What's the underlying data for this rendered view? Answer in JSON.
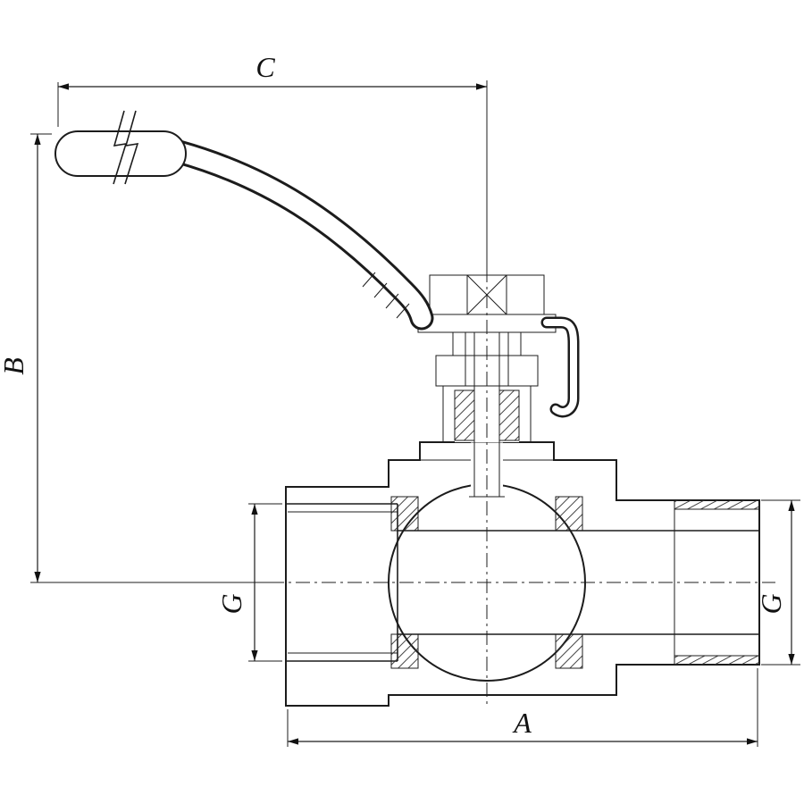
{
  "drawing": {
    "name": "ball-valve-sectional-technical-drawing",
    "background_color": "#ffffff",
    "line_color": "#1c1c1c",
    "labels": {
      "c": "C",
      "b": "B",
      "a": "A",
      "g_left": "G",
      "g_right": "G"
    }
  }
}
